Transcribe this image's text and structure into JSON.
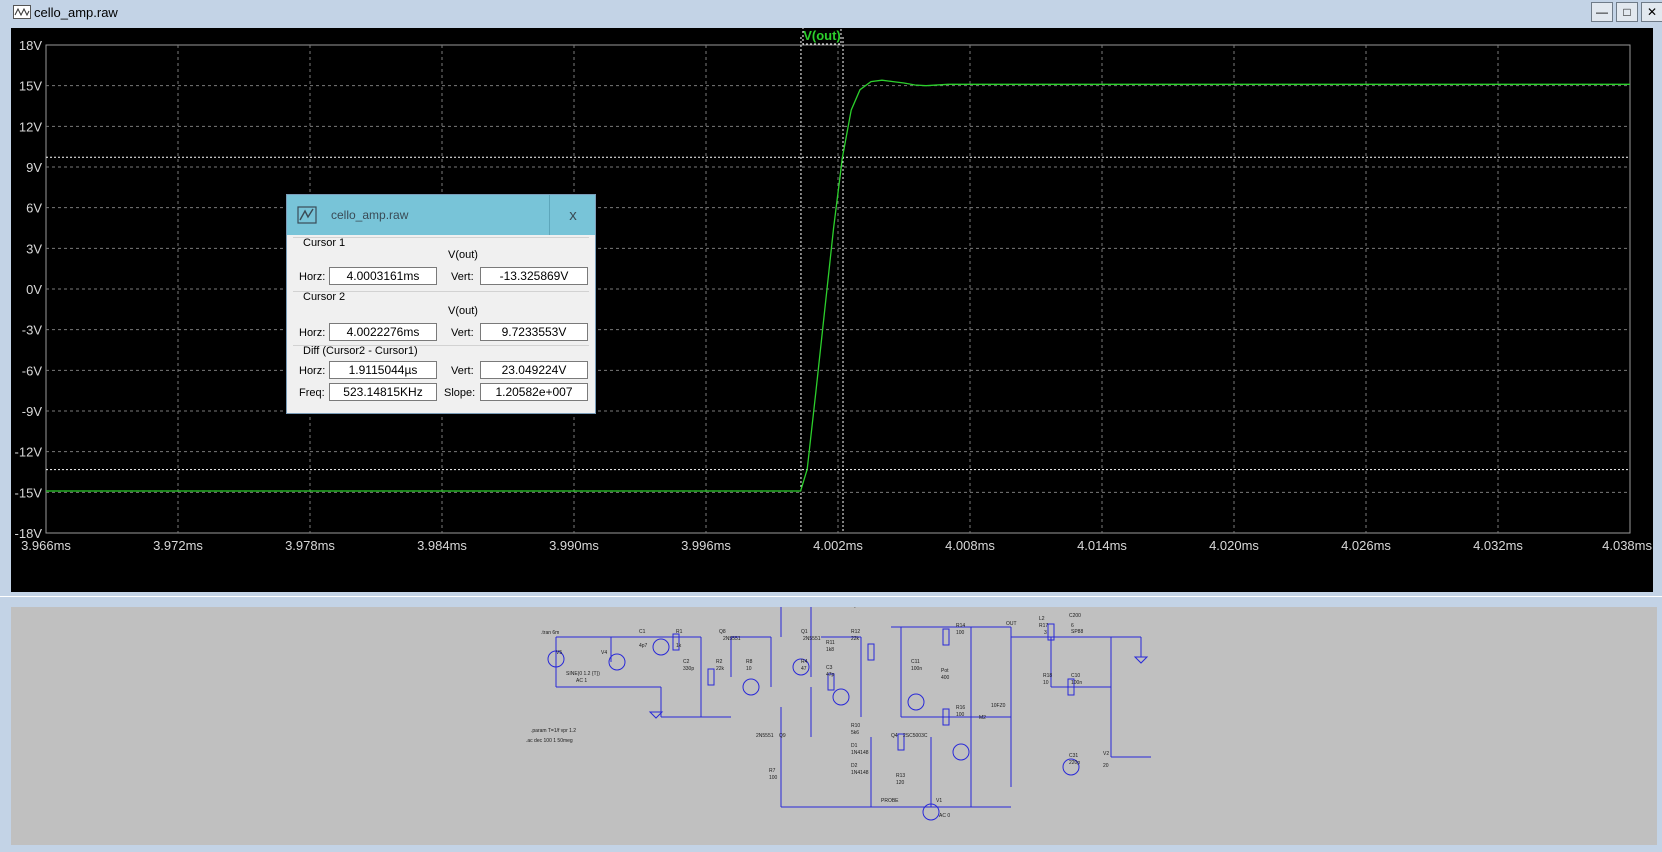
{
  "window": {
    "title": "cello_amp.raw",
    "controls": {
      "minimize": "—",
      "maximize": "□",
      "close": "✕"
    }
  },
  "plot": {
    "trace_label": "V(out)",
    "trace_color": "#2ccf2c",
    "y_ticks": [
      "18V",
      "15V",
      "12V",
      "9V",
      "6V",
      "3V",
      "0V",
      "-3V",
      "-6V",
      "-9V",
      "-12V",
      "-15V",
      "-18V"
    ],
    "x_ticks": [
      "3.966ms",
      "3.972ms",
      "3.978ms",
      "3.984ms",
      "3.990ms",
      "3.996ms",
      "4.002ms",
      "4.008ms",
      "4.014ms",
      "4.020ms",
      "4.026ms",
      "4.032ms",
      "4.038ms"
    ],
    "xlim_ms": [
      3.966,
      4.038
    ],
    "ylim_v": [
      -18,
      18
    ],
    "series": {
      "x_ms": [
        3.966,
        4.0003,
        4.0006,
        4.001,
        4.0014,
        4.0018,
        4.0022,
        4.0026,
        4.003,
        4.0035,
        4.004,
        4.0045,
        4.005,
        4.0055,
        4.006,
        4.007,
        4.008,
        4.038
      ],
      "y_v": [
        -14.9,
        -14.9,
        -13.3,
        -7.5,
        -1.5,
        4.5,
        9.7,
        13.2,
        14.7,
        15.3,
        15.4,
        15.3,
        15.2,
        15.05,
        15.0,
        15.1,
        15.1,
        15.1
      ]
    },
    "cursor1": {
      "horz_ms": 4.0003161,
      "vert_v": -13.325869
    },
    "cursor2": {
      "horz_ms": 4.0022276,
      "vert_v": 9.7233553
    }
  },
  "dialog": {
    "title": "cello_amp.raw",
    "close": "x",
    "cursor1": {
      "group": "Cursor 1",
      "trace": "V(out)",
      "horz_label": "Horz:",
      "horz": "4.0003161ms",
      "vert_label": "Vert:",
      "vert": "-13.325869V"
    },
    "cursor2": {
      "group": "Cursor 2",
      "trace": "V(out)",
      "horz_label": "Horz:",
      "horz": "4.0022276ms",
      "vert_label": "Vert:",
      "vert": "9.7233553V"
    },
    "diff": {
      "group": "Diff (Cursor2 - Cursor1)",
      "horz_label": "Horz:",
      "horz": "1.9115044µs",
      "vert_label": "Vert:",
      "vert": "23.049224V",
      "freq_label": "Freq:",
      "freq": "523.14815KHz",
      "slope_label": "Slope:",
      "slope": "1.20582e+007"
    }
  },
  "schematic": {
    "labels": [
      ".tran 6m",
      "V5",
      "V4",
      "SINE(0 1.2 {T})",
      "AC 1",
      "C1",
      "4p7",
      "R1",
      "1k",
      "C2",
      "330p",
      "R2",
      "22k",
      "Q8",
      "2N5551",
      "R8",
      "10",
      "Q1",
      "2N5551",
      "R4",
      "47",
      "R11",
      "1k8",
      "C3",
      "47p",
      "R12",
      "22k",
      "470p",
      "C11",
      "100n",
      "R14",
      "100",
      "Pot",
      "400",
      "R16",
      "100",
      "10FZ0",
      "M2",
      "OUT",
      "2.2µ",
      "L2",
      "R17",
      "3",
      "0n",
      "C200",
      "SP88",
      "6",
      "R18",
      "10",
      "C10",
      "100n",
      "C31",
      "220p",
      "V2",
      "20",
      "R10",
      "5k6",
      "D1",
      "1N4148",
      "D2",
      "1N4148",
      "Q4",
      "2SC5003C",
      "R13",
      "120",
      "2N5551",
      "Q9",
      "R7",
      "100",
      "PROBE",
      "V1",
      "AC 0",
      ".param T=1/f vpr 1.2",
      ".ac dec 100 1 50meg"
    ]
  }
}
